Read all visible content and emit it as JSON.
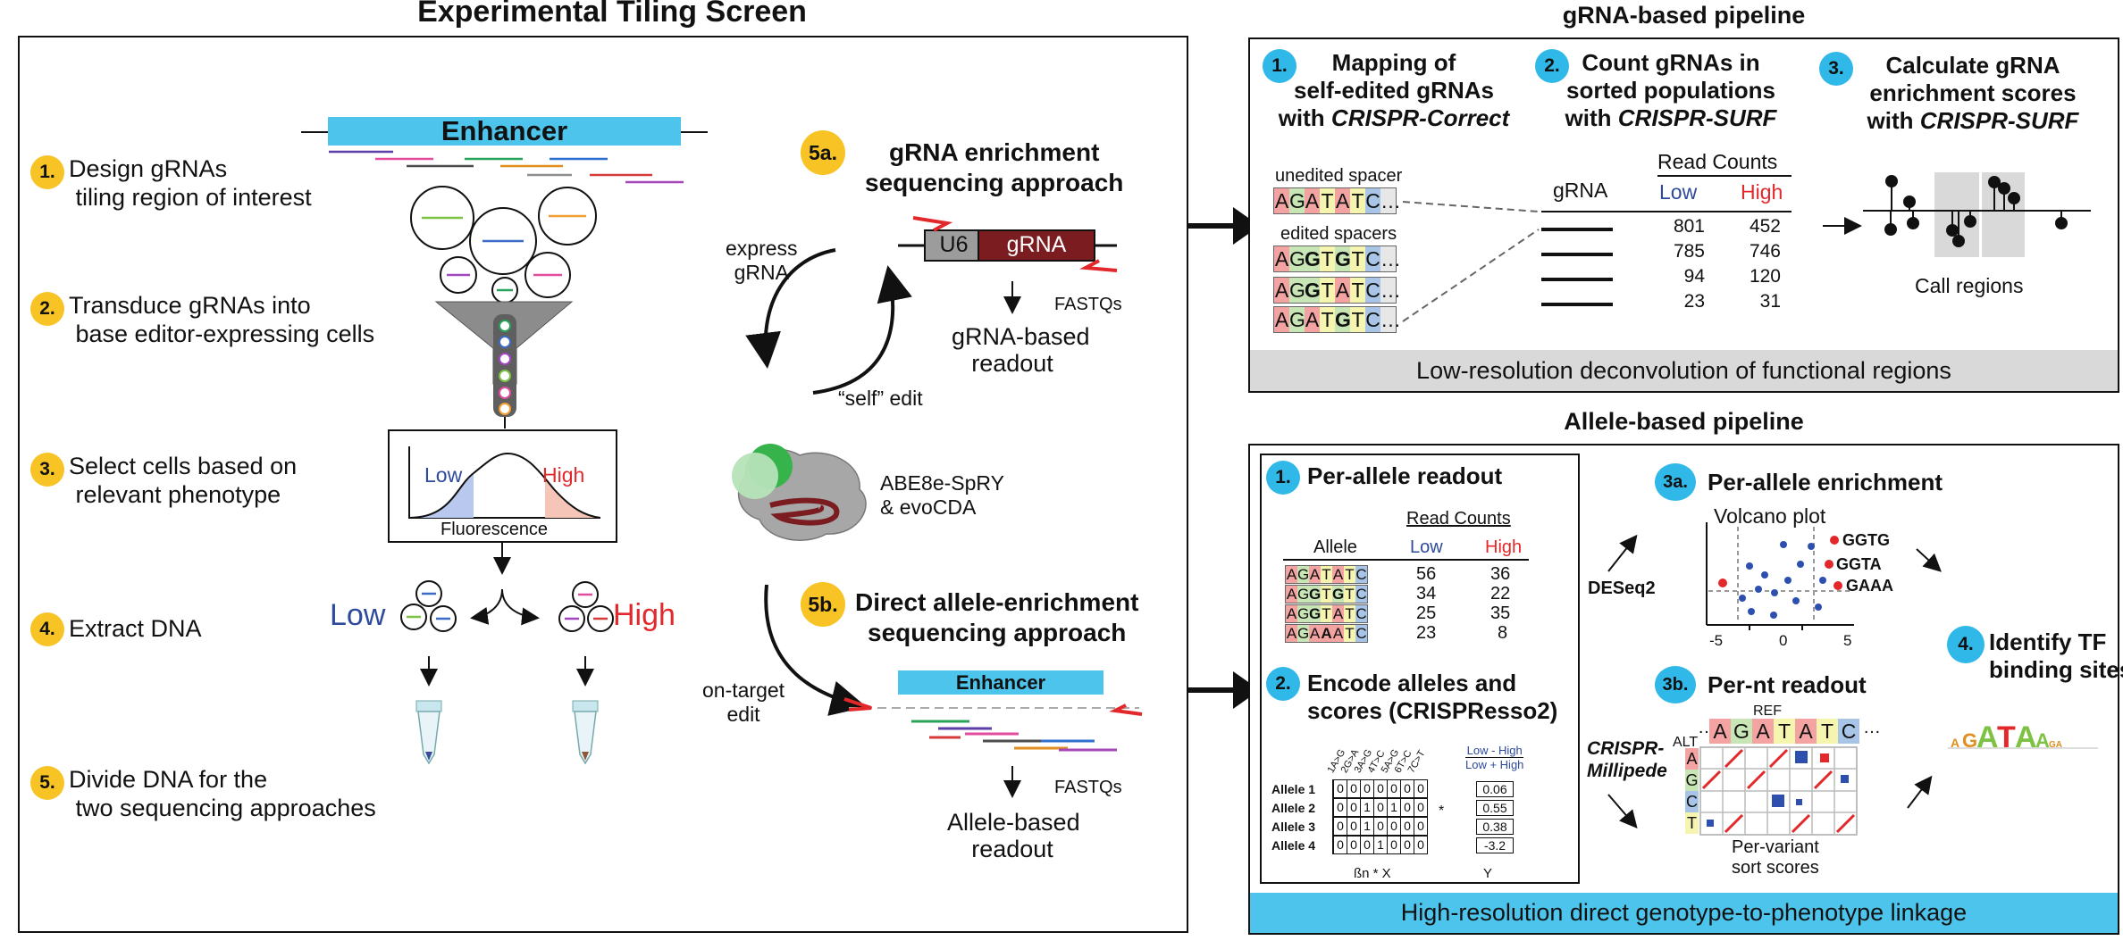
{
  "left": {
    "title": "Experimental Tiling Screen",
    "enhancer_label": "Enhancer",
    "steps": [
      {
        "num": "1.",
        "text": "Design gRNAs\n tiling region of interest"
      },
      {
        "num": "2.",
        "text": "Transduce gRNAs into\n base editor-expressing cells"
      },
      {
        "num": "3.",
        "text": "Select cells based on\n relevant phenotype"
      },
      {
        "num": "4.",
        "text": "Extract DNA"
      },
      {
        "num": "5.",
        "text": "Divide DNA for the\n two sequencing approaches"
      }
    ],
    "facs": {
      "low": "Low",
      "high": "High",
      "xlabel": "Fluorescence"
    },
    "sort_low": "Low",
    "sort_high": "High",
    "a5": {
      "num": "5a.",
      "title": "gRNA enrichment\nsequencing approach",
      "u6": "U6",
      "grna": "gRNA",
      "express": "express\ngRNA",
      "self": "“self” edit",
      "fastq": "FASTQs",
      "readout": "gRNA-based\nreadout"
    },
    "editor": "ABE8e-SpRY\n& evoCDA",
    "b5": {
      "num": "5b.",
      "title": "Direct allele-enrichment\nsequencing approach",
      "ontarget": "on-target\nedit",
      "enhancer": "Enhancer",
      "fastq": "FASTQs",
      "readout": "Allele-based\nreadout"
    }
  },
  "grna_pipeline": {
    "title": "gRNA-based pipeline",
    "s1": {
      "num": "1.",
      "line1": "Mapping of",
      "line2": "self-edited gRNAs",
      "line3a": "with ",
      "line3b": "CRISPR-Correct"
    },
    "s2": {
      "num": "2.",
      "line1": "Count gRNAs in",
      "line2": "sorted populations",
      "line3a": "with ",
      "line3b": "CRISPR-SURF"
    },
    "s3": {
      "num": "3.",
      "line1": "Calculate gRNA",
      "line2": "enrichment scores",
      "line3a": "with ",
      "line3b": "CRISPR-SURF"
    },
    "unedited": "unedited spacer",
    "edited": "edited spacers",
    "table": {
      "col_grna": "gRNA",
      "header": "Read Counts",
      "low": "Low",
      "high": "High",
      "rows": [
        [
          "801",
          "452"
        ],
        [
          "785",
          "746"
        ],
        [
          "94",
          "120"
        ],
        [
          "23",
          "31"
        ]
      ]
    },
    "call": "Call regions",
    "footer": "Low-resolution deconvolution of functional regions"
  },
  "allele_pipeline": {
    "title": "Allele-based pipeline",
    "s1": {
      "num": "1.",
      "text": "Per-allele readout"
    },
    "table": {
      "col_allele": "Allele",
      "header": "Read Counts",
      "low": "Low",
      "high": "High",
      "rows": [
        [
          "56",
          "36"
        ],
        [
          "34",
          "22"
        ],
        [
          "25",
          "35"
        ],
        [
          "23",
          "8"
        ]
      ]
    },
    "s2": {
      "num": "2.",
      "line1": "Encode alleles and",
      "line2": "scores (CRISPResso2)"
    },
    "matrix": {
      "cols": [
        "1A>G",
        "2G>A",
        "3A>G",
        "4T>C",
        "5A>G",
        "6T>C",
        "7C>T"
      ],
      "rows": [
        {
          "label": "Allele 1",
          "bits": [
            "0",
            "0",
            "0",
            "0",
            "0",
            "0",
            "0"
          ],
          "y": "0.06"
        },
        {
          "label": "Allele 2",
          "bits": [
            "0",
            "0",
            "1",
            "0",
            "1",
            "0",
            "0"
          ],
          "y": "0.55"
        },
        {
          "label": "Allele 3",
          "bits": [
            "0",
            "0",
            "1",
            "0",
            "0",
            "0",
            "0"
          ],
          "y": "0.38"
        },
        {
          "label": "Allele 4",
          "bits": [
            "0",
            "0",
            "0",
            "1",
            "0",
            "0",
            "0"
          ],
          "y": "-3.2"
        }
      ],
      "ratio_top": "Low - High",
      "ratio_bot": "Low + High",
      "xlabel": "ßn * X",
      "ylabel": "Y"
    },
    "deseq": "DESeq2",
    "s3a": {
      "num": "3a.",
      "text": "Per-allele enrichment"
    },
    "volcano": {
      "title": "Volcano plot",
      "labels": [
        "GGTG",
        "GGTA",
        "GAAA"
      ],
      "ticks": [
        "-5",
        "0",
        "5"
      ]
    },
    "s3b": {
      "num": "3b.",
      "text": "Per-nt readout"
    },
    "millipede": "CRISPR-\nMillipede",
    "ref": "REF",
    "alt": "ALT",
    "ref_seq": "AGATATC",
    "alt_letters": [
      "A",
      "G",
      "C",
      "T"
    ],
    "scores": "Per-variant\nsort scores",
    "s4": {
      "num": "4.",
      "text": "Identify TF\nbinding sites"
    },
    "logo": "AGATAA",
    "footer": "High-resolution direct genotype-to-phenotype linkage"
  },
  "colors": {
    "cyan": "#4cc4ec",
    "yellow": "#f7c325",
    "blue": "#2fb8e8",
    "low": "#2d4a9c",
    "high": "#e2282a",
    "grna_box": "#7a1c20",
    "footer_gray": "#d9d9d9"
  }
}
